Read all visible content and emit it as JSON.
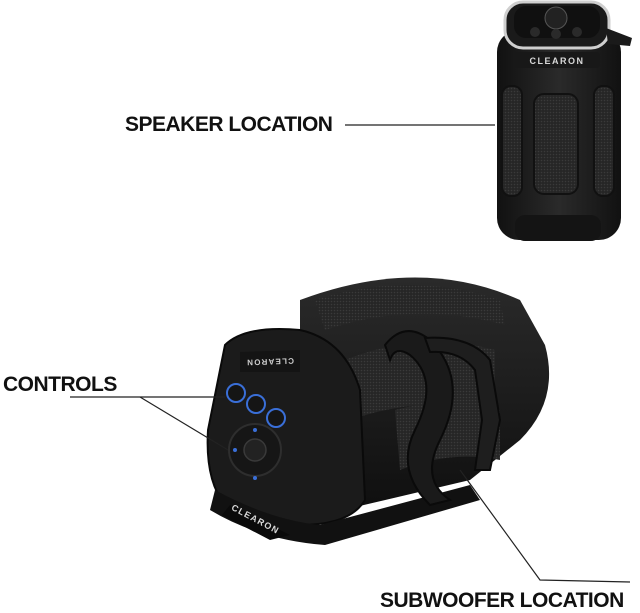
{
  "labels": {
    "speaker_location": "SPEAKER LOCATION",
    "controls": "CONTROLS",
    "subwoofer_location": "SUBWOOFER LOCATION"
  },
  "brand": {
    "logo_text": "CLEARON"
  },
  "colors": {
    "background": "#ffffff",
    "body": "#1c1c1c",
    "body_dark": "#0d0d0d",
    "grille": "#2b2b2b",
    "button_accent": "#3a6fd8",
    "label_text": "#111111"
  }
}
